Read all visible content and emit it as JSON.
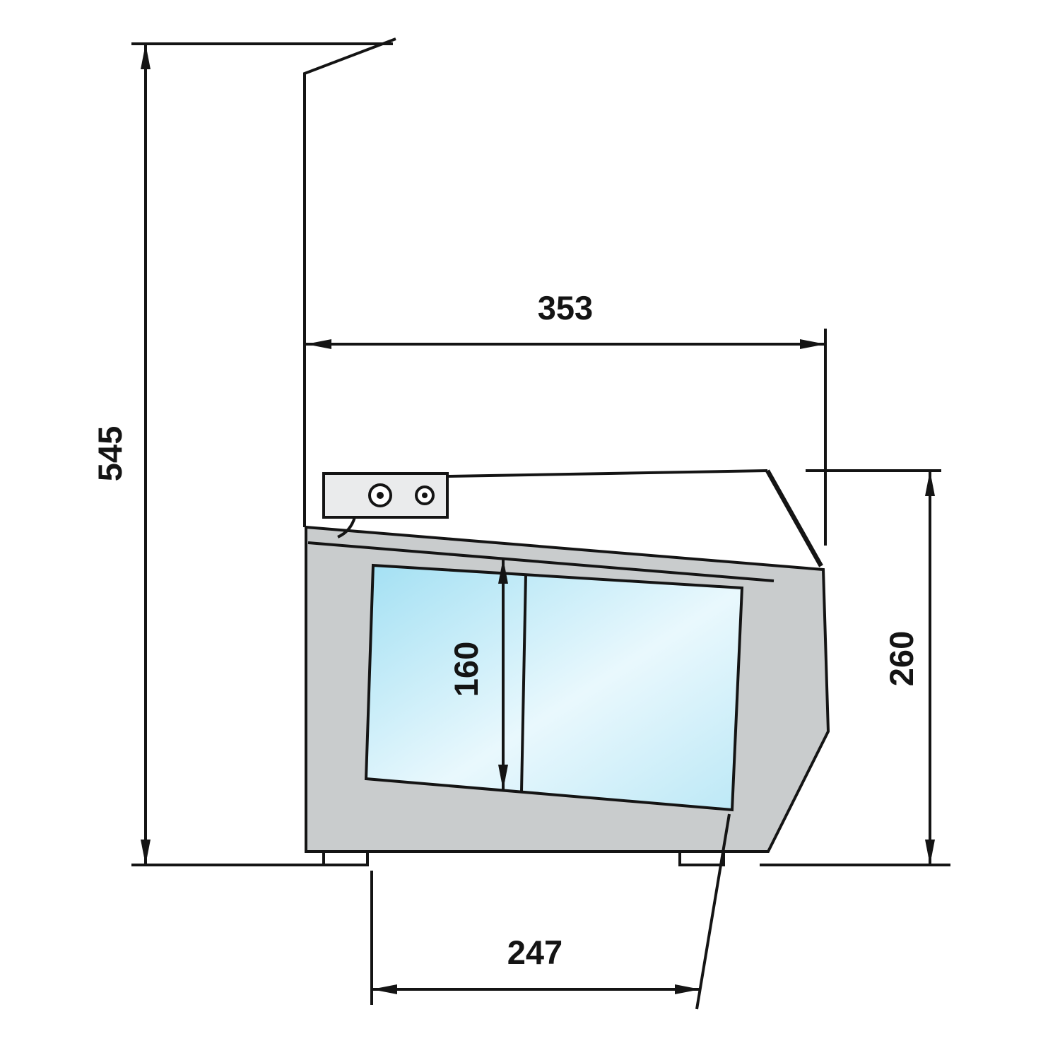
{
  "drawing": {
    "dims": {
      "total_height": "545",
      "top_depth": "353",
      "front_height": "260",
      "inner_depth": "160",
      "base_depth": "247"
    },
    "colors": {
      "body_fill": "#c9cccd",
      "panel_fill": "#eaebec",
      "foot_fill": "#ffffff",
      "glass_1": "#a3e0f3",
      "glass_2": "#e9f8fd",
      "glass_3": "#bce8f6"
    }
  }
}
